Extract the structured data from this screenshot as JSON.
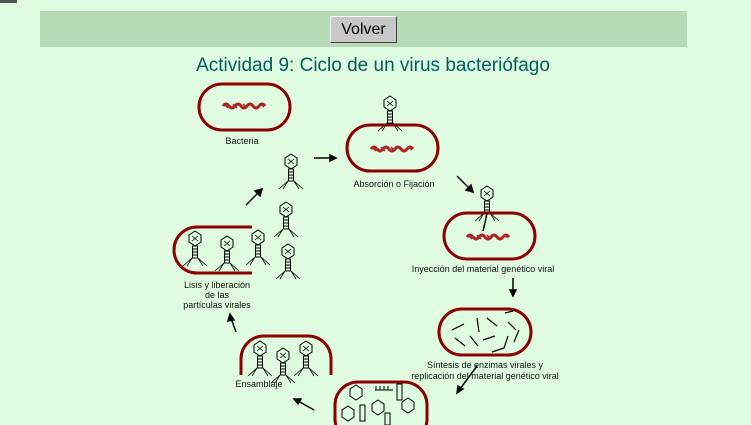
{
  "toolbar": {
    "back_label": "Volver"
  },
  "page": {
    "title": "Actividad 9: Ciclo de un virus bacteriófago"
  },
  "diagram": {
    "stages": {
      "bacteria": "Bacteria",
      "absorcion": "Absorción o Fijación",
      "inyeccion": "Inyección del material genético viral",
      "sintesis_1": "Síntesis de enzimas virales y",
      "sintesis_2": "replicación del material genético viral",
      "ensamblaje": "Ensamblaje",
      "lisis_1": "Lisis y liberación",
      "lisis_2": "de las",
      "lisis_3": "partículas virales"
    },
    "colors": {
      "cell_wall": "#8b0000",
      "dna": "#b22222",
      "background": "#e0fce0",
      "banner": "#b6dab6",
      "title": "#006060"
    }
  }
}
